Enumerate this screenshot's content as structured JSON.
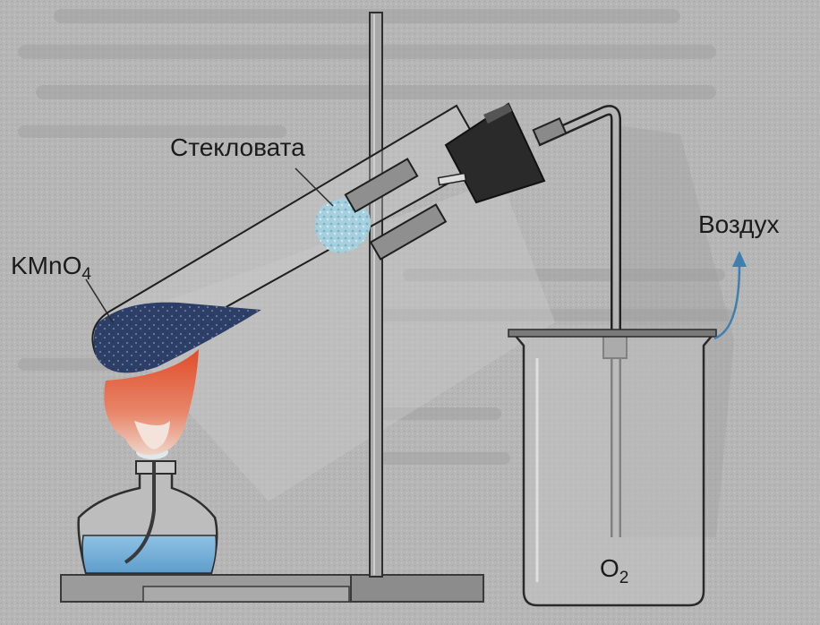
{
  "labels": {
    "glass_wool": "Стекловата",
    "reagent_main": "KMnO",
    "reagent_sub": "4",
    "air": "Воздух",
    "oxygen_main": "O",
    "oxygen_sub": "2"
  },
  "colors": {
    "background": "#b9b9b9",
    "powder": "#2d3f66",
    "flame_outer": "#e8583a",
    "flame_inner": "#e9c9b6",
    "glass_wool": "#9ec9d8",
    "lamp_liquid": "#79b1d8",
    "stopper": "#2a2a2a",
    "air_arrow": "#3f7fb0"
  }
}
